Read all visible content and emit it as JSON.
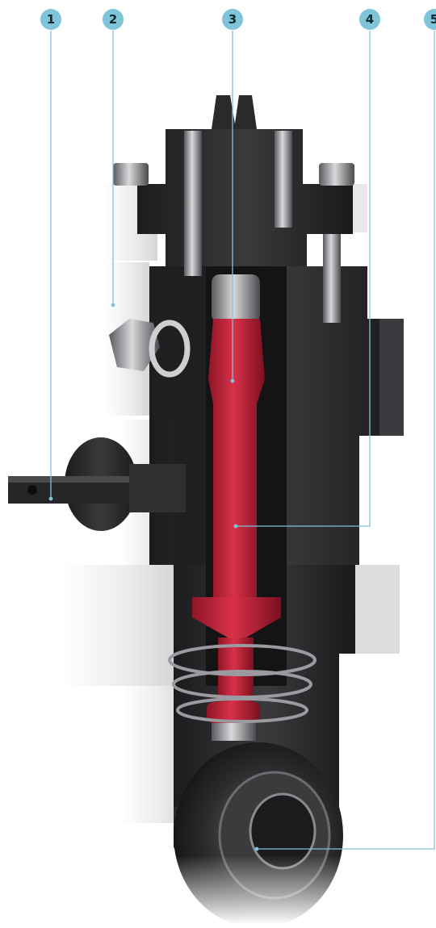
{
  "colors": {
    "callout": "#7fc4d8",
    "badge_fill": "#7fc4d8",
    "badge_text": "#0d2a33",
    "housing_dark": "#2a2a2c",
    "housing_light": "#f2f2f2",
    "valve_stem": "#c0243a"
  },
  "callouts": [
    {
      "id": "1",
      "label": "1"
    },
    {
      "id": "2",
      "label": "2"
    },
    {
      "id": "3",
      "label": "3"
    },
    {
      "id": "4",
      "label": "4"
    },
    {
      "id": "5",
      "label": "5"
    }
  ]
}
